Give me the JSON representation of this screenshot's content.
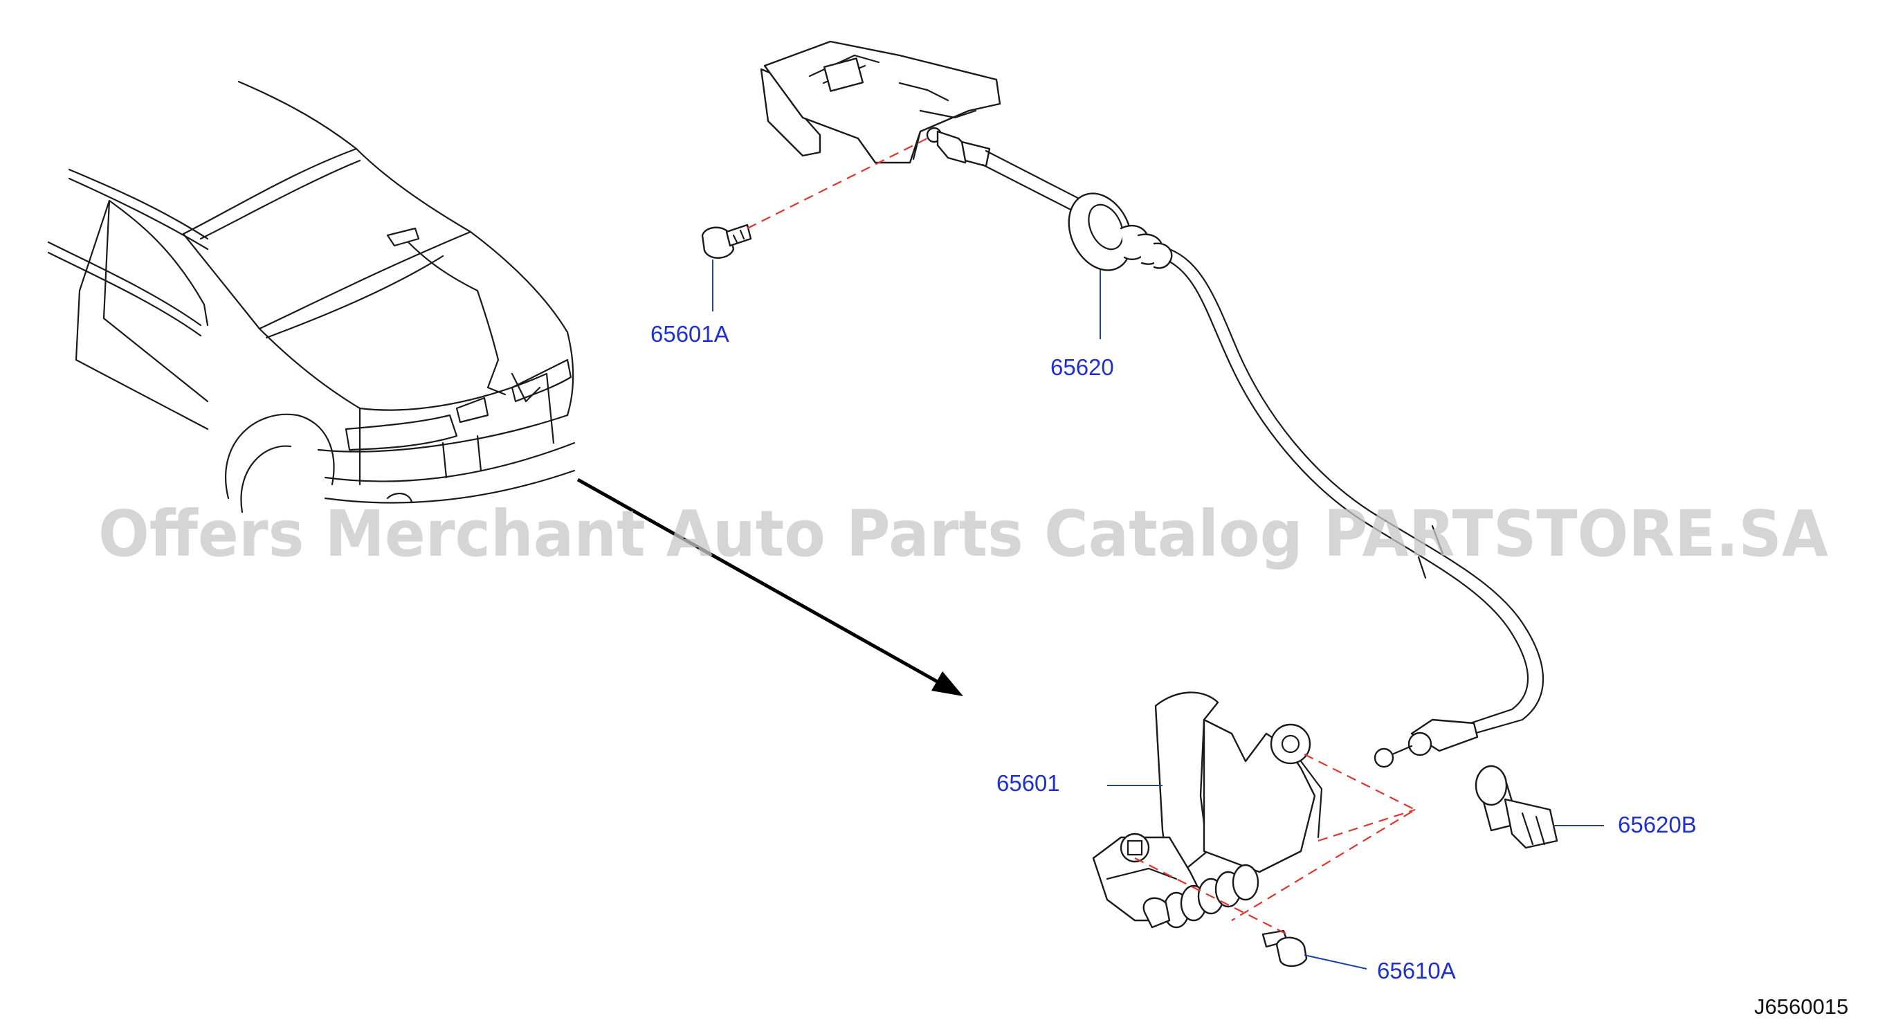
{
  "watermark": "Offers Merchant Auto Parts Catalog PARTSTORE.SA",
  "diagram_code": "J6560015",
  "colors": {
    "callout_text": "#1f2fd0",
    "leader_line": "#1f3fa8",
    "mounting_dash": "#e0342c",
    "line_art": "#1a1a1a",
    "watermark": "#c8c8c8"
  },
  "parts": [
    {
      "id": "65601A",
      "label": "65601A"
    },
    {
      "id": "65620",
      "label": "65620"
    },
    {
      "id": "65601",
      "label": "65601"
    },
    {
      "id": "65620B",
      "label": "65620B"
    },
    {
      "id": "65610A",
      "label": "65610A"
    }
  ]
}
